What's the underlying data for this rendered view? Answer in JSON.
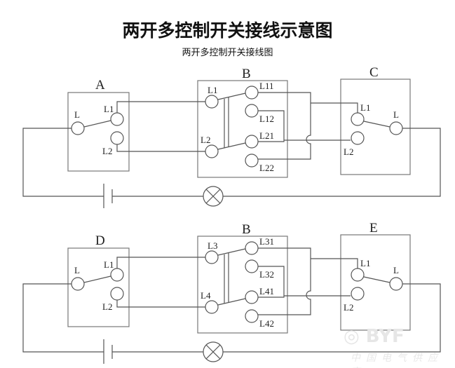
{
  "title": "两开多控制开关接线示意图",
  "subtitle": "两开多控制开关接线图",
  "watermark": {
    "logo": "BYF百方网.com",
    "tagline": "中国电气供应商"
  },
  "circuits": [
    {
      "left_switch": {
        "name": "A",
        "common": "L",
        "t1": "L1",
        "t2": "L2"
      },
      "middle_switch": {
        "name": "B",
        "in1": "L1",
        "in2": "L2",
        "out": [
          "L11",
          "L12",
          "L21",
          "L22"
        ]
      },
      "right_switch": {
        "name": "C",
        "t1": "L1",
        "t2": "L2",
        "common": "L"
      }
    },
    {
      "left_switch": {
        "name": "D",
        "common": "L",
        "t1": "L1",
        "t2": "L2"
      },
      "middle_switch": {
        "name": "B",
        "in1": "L3",
        "in2": "L4",
        "out": [
          "L31",
          "L32",
          "L41",
          "L42"
        ]
      },
      "right_switch": {
        "name": "E",
        "t1": "L1",
        "t2": "L2",
        "common": "L"
      }
    }
  ],
  "symbols": [
    "battery-icon",
    "lamp-icon"
  ]
}
